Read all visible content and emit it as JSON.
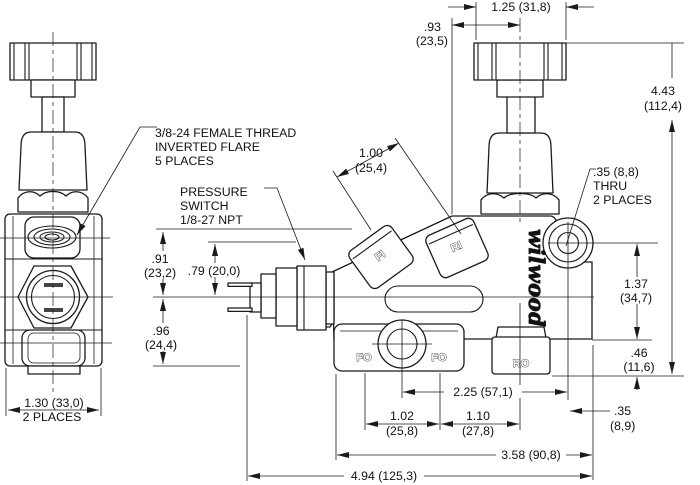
{
  "callouts": {
    "female_thread": {
      "line1": "3/8-24 FEMALE THREAD",
      "line2": "INVERTED FLARE",
      "line3": "5 PLACES"
    },
    "pressure_switch": {
      "line1": "PRESSURE",
      "line2": "SWITCH",
      "line3": "1/8-27 NPT"
    },
    "thru_holes": {
      "line1": ".35 (8,8)",
      "line2": "THRU",
      "line3": "2 PLACES"
    }
  },
  "dimensions": {
    "knob_width": "1.25 (31,8)",
    "knob_offset_in": ".93",
    "knob_offset_mm": "(23,5)",
    "overall_height_in": "4.43",
    "overall_height_mm": "(112,4)",
    "port_spacing_in": "1.00",
    "port_spacing_mm": "(25,4)",
    "upper_height_in": ".91",
    "upper_height_mm": "(23,2)",
    "switch_height": ".79 (20,0)",
    "lower_height_in": ".96",
    "lower_height_mm": "(24,4)",
    "side_width": "1.30 (33,0)",
    "side_width_note": "2 PLACES",
    "hole_span": "2.25 (57,1)",
    "fo_spacing_in": "1.02",
    "fo_spacing_mm": "(25,8)",
    "ro_spacing_in": "1.10",
    "ro_spacing_mm": "(27,8)",
    "hole_height_in": "1.37",
    "hole_height_mm": "(34,7)",
    "base_height_in": ".46",
    "base_height_mm": "(11,6)",
    "edge_offset_in": ".35",
    "edge_offset_mm": "(8,9)",
    "body_width": "3.58 (90,8)",
    "overall_width": "4.94 (125,3)"
  },
  "ports": {
    "fi": "FI",
    "ri": "RI",
    "fo_left": "FO",
    "fo_right": "FO",
    "ro": "RO"
  },
  "brand": {
    "logo": "wilwood"
  },
  "colors": {
    "line": "#1a1a1a",
    "background": "#ffffff"
  }
}
